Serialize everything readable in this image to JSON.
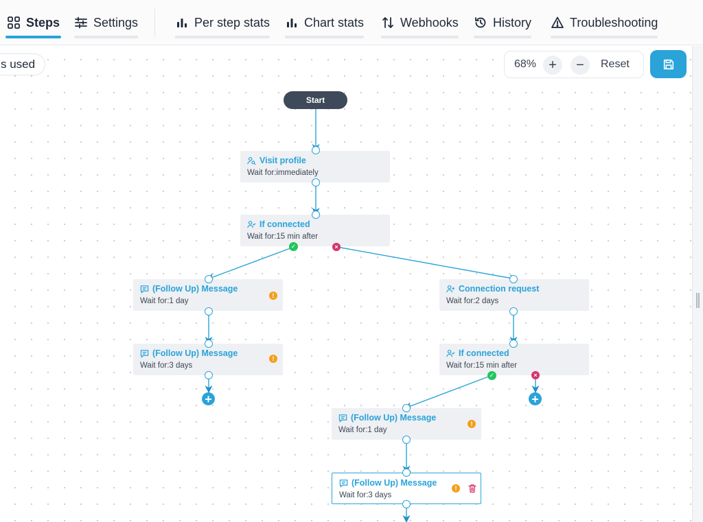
{
  "nav": {
    "tabs": [
      {
        "label": "Steps",
        "icon": "grid-icon",
        "active": true
      },
      {
        "label": "Settings",
        "icon": "sliders-icon"
      },
      {
        "label": "Per step stats",
        "icon": "bar-chart-icon"
      },
      {
        "label": "Chart stats",
        "icon": "bar-chart-icon"
      },
      {
        "label": "Webhooks",
        "icon": "arrows-up-down-icon"
      },
      {
        "label": "History",
        "icon": "history-icon"
      },
      {
        "label": "Troubleshooting",
        "icon": "warning-triangle-icon"
      }
    ]
  },
  "toolbar": {
    "credits_text": "s used",
    "zoom_value": "68%",
    "zoom_in_label": "+",
    "zoom_out_label": "−",
    "reset_label": "Reset",
    "save_icon": "floppy-disk-icon"
  },
  "flow": {
    "start_label": "Start",
    "nodes": [
      {
        "id": "n1",
        "title": "Visit profile",
        "icon": "user-search-icon",
        "wait": "Wait for:immediately"
      },
      {
        "id": "n2",
        "title": "If connected",
        "icon": "user-check-icon",
        "wait": "Wait for:15 min after"
      },
      {
        "id": "n3",
        "title": "(Follow Up) Message",
        "icon": "message-icon",
        "wait": "Wait for:1 day",
        "warning": "!"
      },
      {
        "id": "n4",
        "title": "(Follow Up) Message",
        "icon": "message-icon",
        "wait": "Wait for:3 days",
        "warning": "!"
      },
      {
        "id": "n5",
        "title": "Connection request",
        "icon": "user-plus-icon",
        "wait": "Wait for:2 days"
      },
      {
        "id": "n6",
        "title": "If connected",
        "icon": "user-check-icon",
        "wait": "Wait for:15 min after"
      },
      {
        "id": "n7",
        "title": "(Follow Up) Message",
        "icon": "message-icon",
        "wait": "Wait for:1 day",
        "warning": "!"
      },
      {
        "id": "n8",
        "title": "(Follow Up) Message",
        "icon": "message-icon",
        "wait": "Wait for:3 days",
        "warning": "!",
        "selected": true
      }
    ],
    "yes_symbol": "✓",
    "no_symbol": "×",
    "add_symbol": "+"
  },
  "colors": {
    "accent": "#2aa3d9",
    "start_node": "#3e4a59",
    "yes": "#22c55e",
    "no": "#d6336c",
    "warning": "#f59e1b",
    "delete": "#d6336c"
  }
}
